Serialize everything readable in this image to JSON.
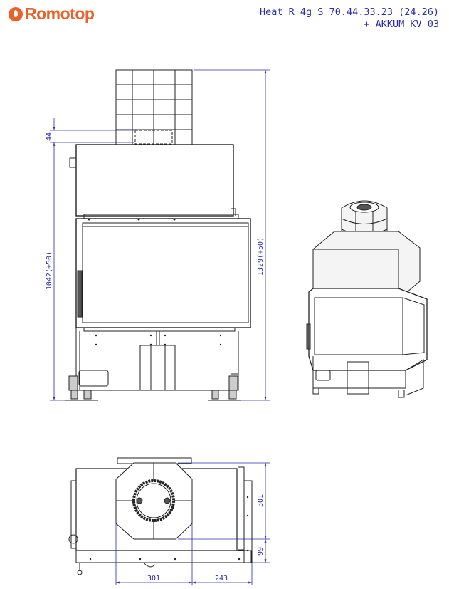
{
  "brand": {
    "logo_text": "Romotop"
  },
  "header": {
    "title_line1": "Heat R 4g S 70.44.33.23 (24.26)",
    "title_line2": "+ AKKUM KV 03"
  },
  "front_view": {
    "dim_total_height": "1329(+50)",
    "dim_body_height": "1042(+50)",
    "dim_offset": "44"
  },
  "top_view": {
    "dim_depth": "301",
    "dim_front": "99",
    "dim_width_chimney": "301",
    "dim_width_side": "243"
  },
  "colors": {
    "dimension": "#2b2bb0",
    "brand": "#e8622a",
    "line": "#222222"
  }
}
